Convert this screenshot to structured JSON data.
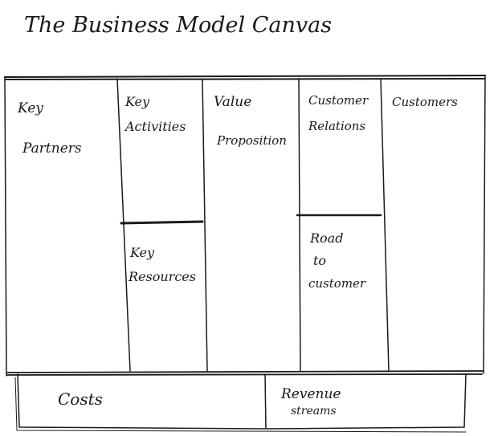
{
  "title": "The Business Model Canvas",
  "blocks": {
    "key_partners": [
      "Key",
      "Partners"
    ],
    "key_activities": [
      "Key",
      "Activities"
    ],
    "key_resources": [
      "Key",
      "Resources"
    ],
    "value_proposition": [
      "Value",
      "Proposition"
    ],
    "customer_relations": [
      "Customer",
      "Relations"
    ],
    "road_to_customer": [
      "Road",
      "to",
      "customer"
    ],
    "customers": [
      "Customers"
    ],
    "costs": [
      "Costs"
    ],
    "revenue_streams": [
      "Revenue",
      "streams"
    ]
  }
}
